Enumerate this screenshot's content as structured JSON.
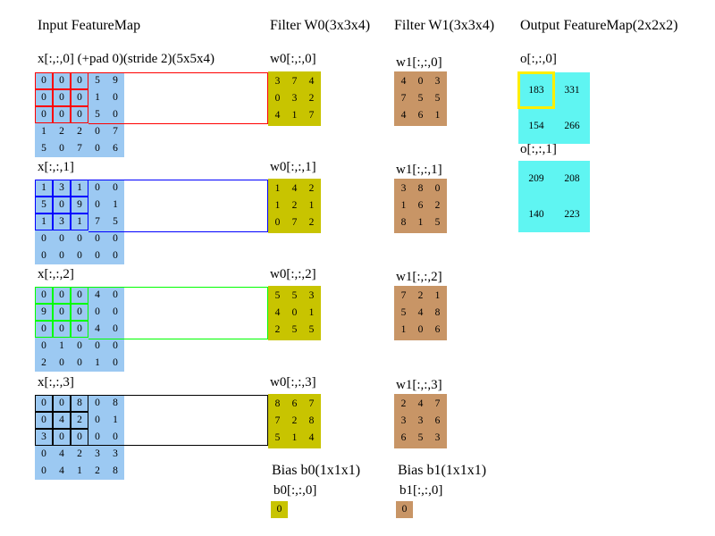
{
  "headers": {
    "input": "Input FeatureMap",
    "filter_w0": "Filter W0(3x3x4)",
    "filter_w1": "Filter W1(3x3x4)",
    "output": "Output FeatureMap(2x2x2)"
  },
  "input_slices": [
    {
      "label": "x[:,:,0] (+pad 0)(stride 2)(5x5x4)",
      "values": [
        [
          0,
          0,
          0,
          5,
          9
        ],
        [
          0,
          0,
          0,
          1,
          0
        ],
        [
          0,
          0,
          0,
          5,
          0
        ],
        [
          1,
          2,
          2,
          0,
          7
        ],
        [
          5,
          0,
          7,
          0,
          6
        ]
      ],
      "highlight_color": "#ff0000"
    },
    {
      "label": "x[:,:,1]",
      "values": [
        [
          1,
          3,
          1,
          0,
          0
        ],
        [
          5,
          0,
          9,
          0,
          1
        ],
        [
          1,
          3,
          1,
          7,
          5
        ],
        [
          0,
          0,
          0,
          0,
          0
        ],
        [
          0,
          0,
          0,
          0,
          0
        ]
      ],
      "highlight_color": "#0000ff"
    },
    {
      "label": "x[:,:,2]",
      "values": [
        [
          0,
          0,
          0,
          4,
          0
        ],
        [
          9,
          0,
          0,
          0,
          0
        ],
        [
          0,
          0,
          0,
          4,
          0
        ],
        [
          0,
          1,
          0,
          0,
          0
        ],
        [
          2,
          0,
          0,
          1,
          0
        ]
      ],
      "highlight_color": "#00ff00"
    },
    {
      "label": "x[:,:,3]",
      "values": [
        [
          0,
          0,
          8,
          0,
          8
        ],
        [
          0,
          4,
          2,
          0,
          1
        ],
        [
          3,
          0,
          0,
          0,
          0
        ],
        [
          0,
          4,
          2,
          3,
          3
        ],
        [
          0,
          4,
          1,
          2,
          8
        ]
      ],
      "highlight_color": "#000000"
    }
  ],
  "w0_slices": [
    {
      "label": "w0[:,:,0]",
      "values": [
        [
          3,
          7,
          4
        ],
        [
          0,
          3,
          2
        ],
        [
          4,
          1,
          7
        ]
      ]
    },
    {
      "label": "w0[:,:,1]",
      "values": [
        [
          1,
          4,
          2
        ],
        [
          1,
          2,
          1
        ],
        [
          0,
          7,
          2
        ]
      ]
    },
    {
      "label": "w0[:,:,2]",
      "values": [
        [
          5,
          5,
          3
        ],
        [
          4,
          0,
          1
        ],
        [
          2,
          5,
          5
        ]
      ]
    },
    {
      "label": "w0[:,:,3]",
      "values": [
        [
          8,
          6,
          7
        ],
        [
          7,
          2,
          8
        ],
        [
          5,
          1,
          4
        ]
      ]
    }
  ],
  "w1_slices": [
    {
      "label": "w1[:,:,0]",
      "values": [
        [
          4,
          0,
          3
        ],
        [
          7,
          5,
          5
        ],
        [
          4,
          6,
          1
        ]
      ]
    },
    {
      "label": "w1[:,:,1]",
      "values": [
        [
          3,
          8,
          0
        ],
        [
          1,
          6,
          2
        ],
        [
          8,
          1,
          5
        ]
      ]
    },
    {
      "label": "w1[:,:,2]",
      "values": [
        [
          7,
          2,
          1
        ],
        [
          5,
          4,
          8
        ],
        [
          1,
          0,
          6
        ]
      ]
    },
    {
      "label": "w1[:,:,3]",
      "values": [
        [
          2,
          4,
          7
        ],
        [
          3,
          3,
          6
        ],
        [
          6,
          5,
          3
        ]
      ]
    }
  ],
  "output_slices": [
    {
      "label": "o[:,:,0]",
      "values": [
        [
          183,
          331
        ],
        [
          154,
          266
        ]
      ]
    },
    {
      "label": "o[:,:,1]",
      "values": [
        [
          209,
          208
        ],
        [
          140,
          223
        ]
      ]
    }
  ],
  "bias": {
    "b0": {
      "title": "Bias b0(1x1x1)",
      "label": "b0[:,:,0]",
      "value": "0"
    },
    "b1": {
      "title": "Bias b1(1x1x1)",
      "label": "b1[:,:,0]",
      "value": "0"
    }
  },
  "colors": {
    "input_cells": "#9cc9f2",
    "w0_cells": "#c8c400",
    "w1_cells": "#c89566",
    "output_cells": "#5ff5f2",
    "output_highlight": "#ffee00"
  }
}
